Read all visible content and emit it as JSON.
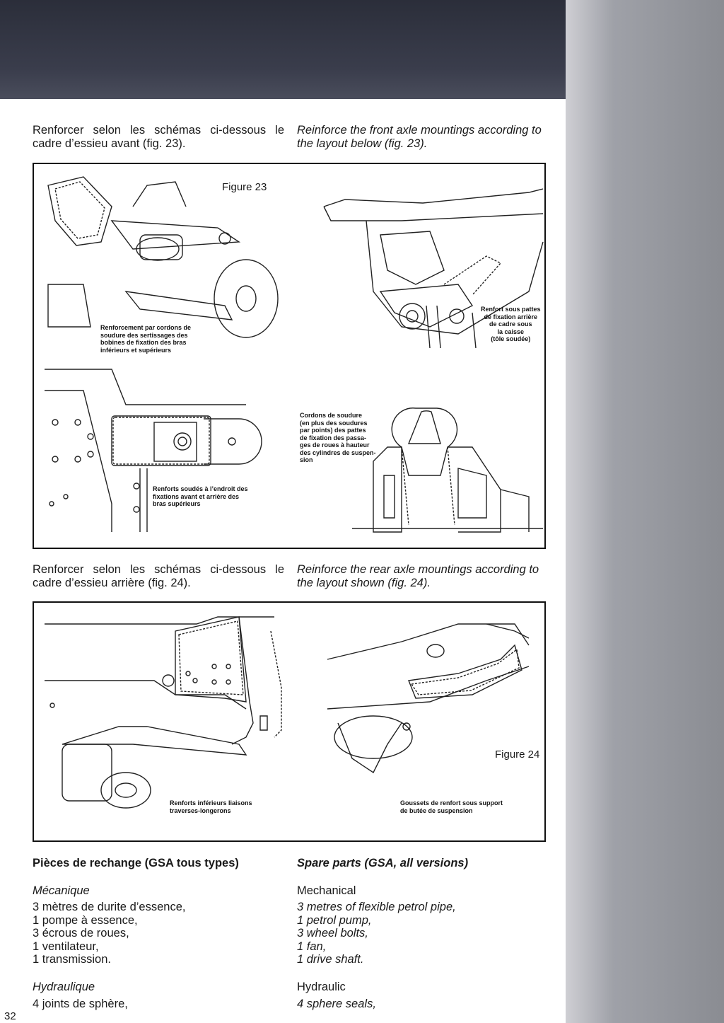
{
  "intro_front": {
    "fr": "Renforcer selon les schémas ci-dessous le cadre d’essieu avant (fig. 23).",
    "en_line1": "Reinforce the front axle mountings according to",
    "en_line2": "the layout below (fig. 23)."
  },
  "figure23": {
    "label": "Figure 23",
    "captions": {
      "top_left": "Renforcement par cordons de\nsoudure des sertissages des\nbobines de fixation des bras\ninférieurs et supérieurs",
      "top_right": "Renfort sous pattes\nde fixation arrière\nde cadre sous\nla caisse\n(tôle soudée)",
      "bottom_left": "Renforts soudés à l’endroit des\nfixations avant et arrière des\nbras supérieurs",
      "bottom_right": "Cordons de soudure\n(en plus des soudures\npar points) des pattes\nde fixation des passa-\nges de roues à hauteur\ndes cylindres de suspen-\nsion"
    }
  },
  "intro_rear": {
    "fr": "Renforcer selon les schémas ci-dessous le cadre d’essieu arrière (fig. 24).",
    "en_line1": "Reinforce the rear axle mountings according to",
    "en_line2": "the layout shown (fig. 24)."
  },
  "figure24": {
    "label": "Figure 24",
    "captions": {
      "left": "Renforts inférieurs liaisons\ntraverses-longerons",
      "right": "Goussets de renfort sous support\nde butée de suspension"
    }
  },
  "spare_parts": {
    "fr": {
      "heading": "Pièces de rechange (GSA tous types)",
      "mechanical_title": "Mécanique",
      "mechanical_items": "3 mètres de durite d’essence,\n1 pompe à essence,\n3 écrous de roues,\n1 ventilateur,\n1 transmission.",
      "hydraulic_title": "Hydraulique",
      "hydraulic_items": "4 joints de sphère,"
    },
    "en": {
      "heading": "Spare parts (GSA, all versions)",
      "mechanical_title": "Mechanical",
      "mechanical_items": "3 metres of flexible petrol pipe,\n1 petrol pump,\n3 wheel bolts,\n1 fan,\n1 drive shaft.",
      "hydraulic_title": "Hydraulic",
      "hydraulic_items": "4 sphere seals,"
    }
  },
  "page_number": "32"
}
